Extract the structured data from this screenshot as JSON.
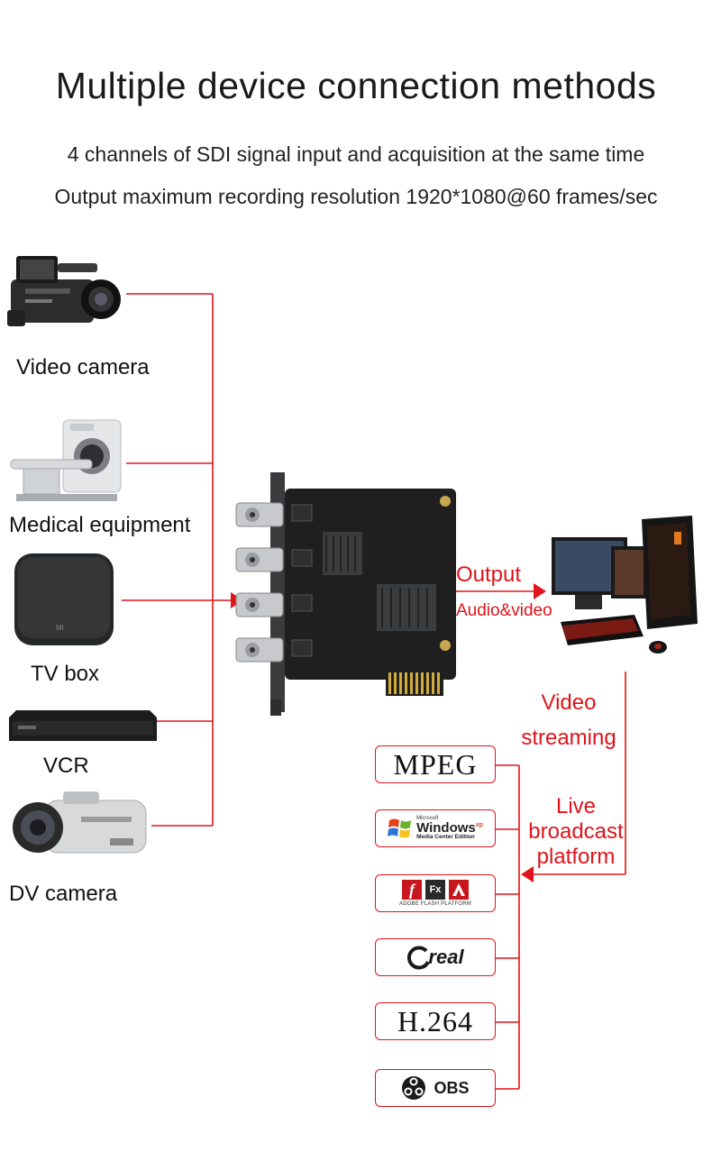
{
  "header": {
    "title": "Multiple device connection methods",
    "subtitle_1": "4 channels of SDI signal input and acquisition at the same time",
    "subtitle_2": "Output maximum recording resolution 1920*1080@60 frames/sec"
  },
  "devices": [
    {
      "label": "Video camera",
      "icon": "video-camera-icon"
    },
    {
      "label": "Medical equipment",
      "icon": "medical-scanner-icon"
    },
    {
      "label": "TV box",
      "icon": "tv-box-icon"
    },
    {
      "label": "VCR",
      "icon": "vcr-icon"
    },
    {
      "label": "DV camera",
      "icon": "dv-camera-icon"
    }
  ],
  "tv_box_brand": "MI",
  "capture_card": {
    "icon": "capture-card-icon"
  },
  "output": {
    "label": "Output",
    "sublabel": "Audio&video"
  },
  "computer": {
    "icon": "desktop-computer-icon"
  },
  "streaming": {
    "line1": "Video",
    "line2": "streaming"
  },
  "live": {
    "line1": "Live",
    "line2": "broadcast",
    "line3": "platform"
  },
  "formats": {
    "mpeg": "MPEG",
    "windows_small": "Microsoft",
    "windows": "Windows",
    "windows_xp": "xp",
    "windows_edition": "Media Center Edition",
    "adobe": "ADOBE FLASH PLATFORM",
    "adobe_f": "f",
    "adobe_fx": "Fx",
    "real": "real",
    "h264": "H.264",
    "obs": "OBS"
  },
  "colors": {
    "accent": "#e0141a"
  }
}
